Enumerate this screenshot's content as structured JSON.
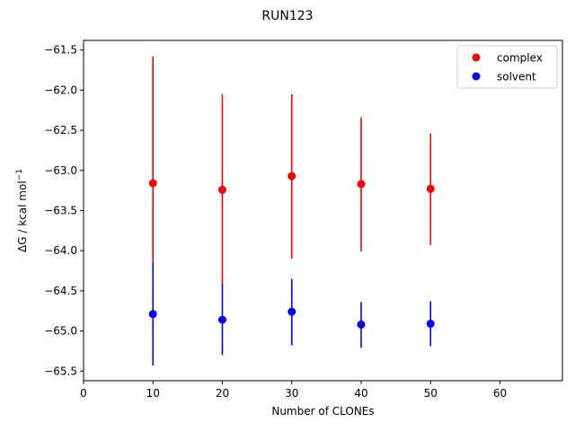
{
  "chart_data": {
    "type": "scatter",
    "title": "RUN123",
    "xlabel": "Number of CLONEs",
    "ylabel": "ΔG / kcal mol",
    "ylabel_superscript": "−1",
    "xlim": [
      0,
      69
    ],
    "ylim": [
      -65.62,
      -61.38
    ],
    "xticks": [
      0,
      10,
      20,
      30,
      40,
      50,
      60
    ],
    "xtick_labels": [
      "0",
      "10",
      "20",
      "30",
      "40",
      "50",
      "60"
    ],
    "yticks": [
      -61.5,
      -62.0,
      -62.5,
      -63.0,
      -63.5,
      -64.0,
      -64.5,
      -65.0,
      -65.5
    ],
    "ytick_labels": [
      "−61.5",
      "−62.0",
      "−62.5",
      "−63.0",
      "−63.5",
      "−64.0",
      "−64.5",
      "−65.0",
      "−65.5"
    ],
    "grid": false,
    "legend_position": "top-right",
    "series": [
      {
        "name": "complex",
        "color": "#ff0000",
        "points": [
          {
            "x": 10,
            "y": -63.16,
            "ylow": -64.14,
            "yhigh": -61.58
          },
          {
            "x": 20,
            "y": -63.24,
            "ylow": -64.42,
            "yhigh": -62.05
          },
          {
            "x": 30,
            "y": -63.07,
            "ylow": -64.1,
            "yhigh": -62.05
          },
          {
            "x": 40,
            "y": -63.17,
            "ylow": -64.01,
            "yhigh": -62.34
          },
          {
            "x": 50,
            "y": -63.23,
            "ylow": -63.93,
            "yhigh": -62.54
          }
        ]
      },
      {
        "name": "solvent",
        "color": "#0000ff",
        "points": [
          {
            "x": 10,
            "y": -64.79,
            "ylow": -65.43,
            "yhigh": -64.14
          },
          {
            "x": 20,
            "y": -64.86,
            "ylow": -65.3,
            "yhigh": -64.41
          },
          {
            "x": 30,
            "y": -64.76,
            "ylow": -65.18,
            "yhigh": -64.35
          },
          {
            "x": 40,
            "y": -64.92,
            "ylow": -65.21,
            "yhigh": -64.64
          },
          {
            "x": 50,
            "y": -64.91,
            "ylow": -65.19,
            "yhigh": -64.63
          }
        ]
      }
    ]
  }
}
